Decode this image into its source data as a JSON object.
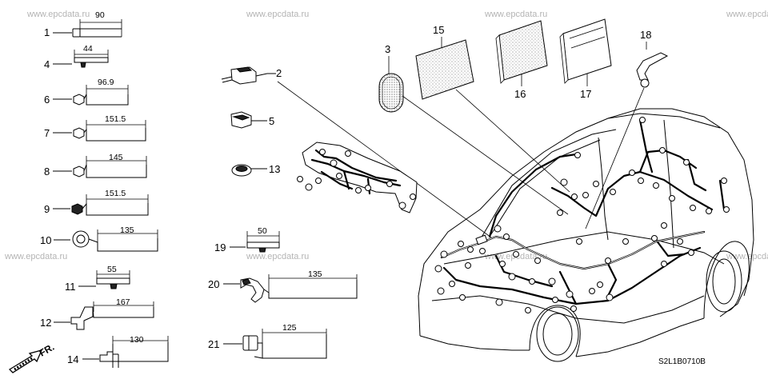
{
  "watermark": "www.epcdata.ru",
  "diagram_code": "S2L1B0710B",
  "front_label": "FR.",
  "parts": [
    {
      "num": "1",
      "dim": "90"
    },
    {
      "num": "4",
      "dim": "44"
    },
    {
      "num": "6",
      "dim": "96.9"
    },
    {
      "num": "7",
      "dim": "151.5"
    },
    {
      "num": "8",
      "dim": "145"
    },
    {
      "num": "9",
      "dim": "151.5"
    },
    {
      "num": "10",
      "dim": "135"
    },
    {
      "num": "11",
      "dim": "55"
    },
    {
      "num": "12",
      "dim": "167"
    },
    {
      "num": "14",
      "dim": "130"
    },
    {
      "num": "19",
      "dim": "50"
    },
    {
      "num": "20",
      "dim": "135"
    },
    {
      "num": "21",
      "dim": "125"
    }
  ],
  "callouts": [
    "2",
    "3",
    "5",
    "13",
    "15",
    "16",
    "17",
    "18"
  ]
}
